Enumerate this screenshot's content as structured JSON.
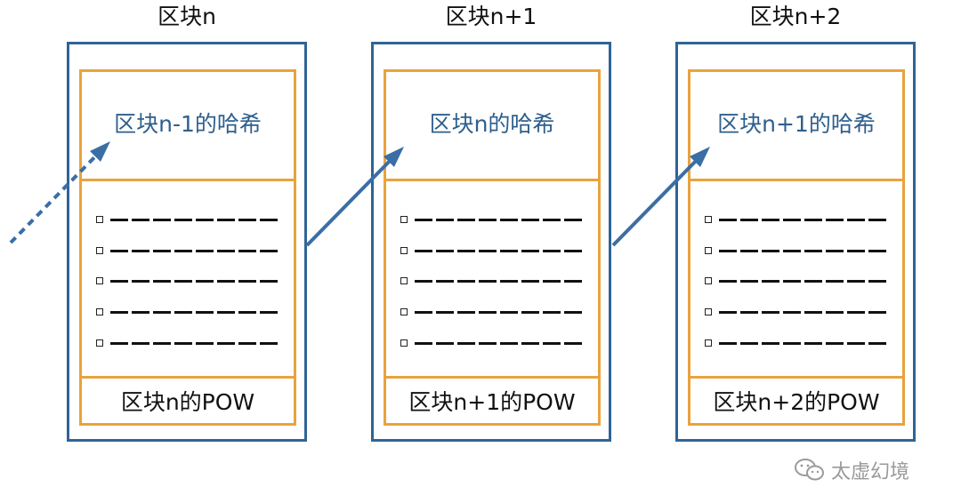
{
  "blocks": [
    {
      "title": "区块n",
      "hash_label": "区块n-1的哈希",
      "pow_label": "区块n的POW"
    },
    {
      "title": "区块n+1",
      "hash_label": "区块n的哈希",
      "pow_label": "区块n+1的POW"
    },
    {
      "title": "区块n+2",
      "hash_label": "区块n+1的哈希",
      "pow_label": "区块n+2的POW"
    }
  ],
  "watermark": {
    "text": "太虚幻境",
    "icon": "wechat-icon"
  },
  "colors": {
    "block_border": "#2e6496",
    "inner_border": "#e8a33d",
    "hash_text": "#2e5f8c",
    "arrow": "#3a6ea5",
    "watermark": "#9a9a9a"
  }
}
